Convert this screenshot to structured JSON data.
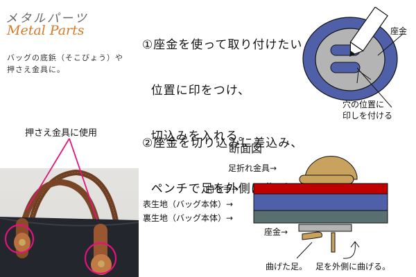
{
  "header": {
    "title_jp": "メタルパーツ",
    "title_en": "Metal Parts",
    "description_lines": [
      "バッグの底鋲（そこびょう）や",
      "押さえ金具に。"
    ]
  },
  "photo": {
    "caption": "押さえ金具に使用"
  },
  "step1": {
    "lines": [
      "①座金を使って取り付けたい",
      "  位置に印をつけ、",
      "  切込みを入れる。"
    ],
    "label_washer": "座金",
    "label_mark_1": "穴の位置に",
    "label_mark_2": "印しを付ける"
  },
  "step2": {
    "lines": [
      "②座金を切り込みに差込み、",
      "  ペンチで足を外側に曲げる。"
    ],
    "section_title": "断面図",
    "labels": {
      "fitting": "足折れ金具→",
      "handle": "持ち手→",
      "outer_fabric": "表生地（バッグ本体）→",
      "inner_fabric": "裏生地（バッグ本体）→",
      "washer": "座金→",
      "bent_leg": "曲げた足。",
      "bend_outward": "足を外側に曲げる。"
    }
  },
  "colors": {
    "accent_orange": "#d47a2a",
    "handle_red": "#c00000",
    "outer_blue": "#5060a8",
    "inner_slate": "#5a7070",
    "washer_gray": "#b4b4b4",
    "metal_tan": "#c9a35e",
    "callout_magenta": "#e0147a"
  }
}
